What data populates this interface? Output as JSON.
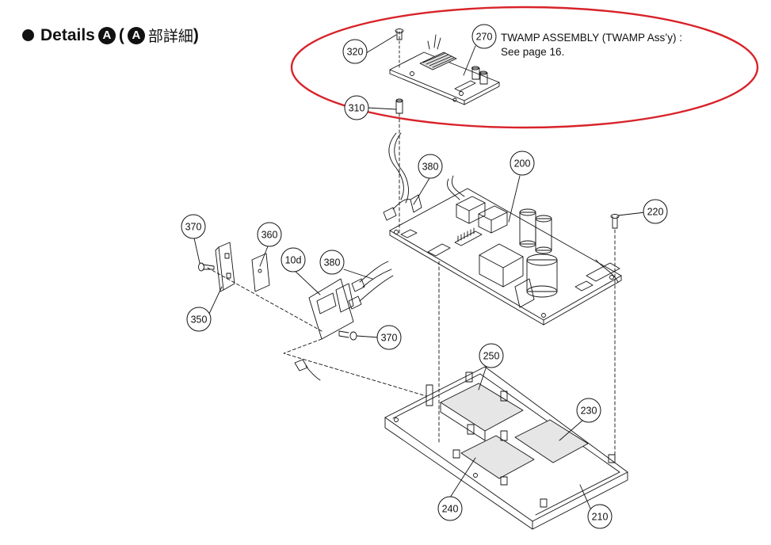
{
  "heading": {
    "prefix": "Details",
    "letter": "A",
    "paren_open": "(",
    "paren_letter": "A",
    "jp_suffix": "部詳細",
    "paren_close": ")"
  },
  "note": {
    "line1": "TWAMP ASSEMBLY (TWAMP Ass’y) :",
    "line2": "See page 16."
  },
  "part_labels": [
    {
      "id": "320"
    },
    {
      "id": "270"
    },
    {
      "id": "310"
    },
    {
      "id": "380"
    },
    {
      "id": "200"
    },
    {
      "id": "220"
    },
    {
      "id": "370"
    },
    {
      "id": "360"
    },
    {
      "id": "10d"
    },
    {
      "id": "380"
    },
    {
      "id": "350"
    },
    {
      "id": "370"
    },
    {
      "id": "250"
    },
    {
      "id": "230"
    },
    {
      "id": "240"
    },
    {
      "id": "210"
    }
  ],
  "colors": {
    "highlight_ellipse": "#d8232a",
    "line": "#111111",
    "background": "#ffffff"
  }
}
